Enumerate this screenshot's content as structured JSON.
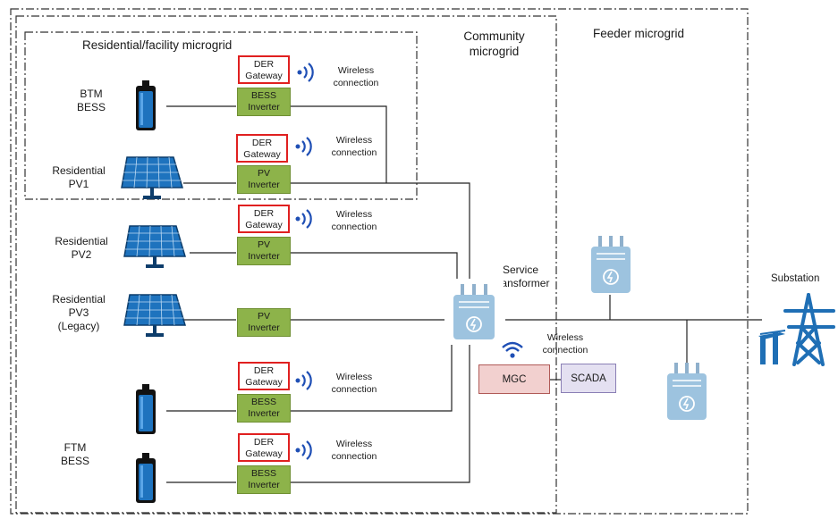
{
  "regions": {
    "residential": "Residential/facility microgrid",
    "community": "Community\nmicrogrid",
    "feeder": "Feeder microgrid"
  },
  "assets": {
    "btm_bess": "BTM\nBESS",
    "res_pv1": "Residential\nPV1",
    "res_pv2": "Residential\nPV2",
    "res_pv3": "Residential\nPV3\n(Legacy)",
    "ftm_bess": "FTM\nBESS"
  },
  "gateway_label": "DER\nGateway",
  "inverters": {
    "bess": "BESS\nInverter",
    "pv": "PV\nInverter"
  },
  "wireless_label": "Wireless\nconnection",
  "service_transformer": "Service\nTransformer",
  "substation": "Substation",
  "mgc": "MGC",
  "scada": "SCADA",
  "mgc_wireless": "Wireless\nconnection",
  "colors": {
    "gateway_border": "#e02020",
    "inverter_fill": "#8db34a",
    "mgc_fill": "#f2d0cf",
    "scada_fill": "#e4e0f1",
    "battery": "#1e73be",
    "substation": "#1f6fb5"
  }
}
